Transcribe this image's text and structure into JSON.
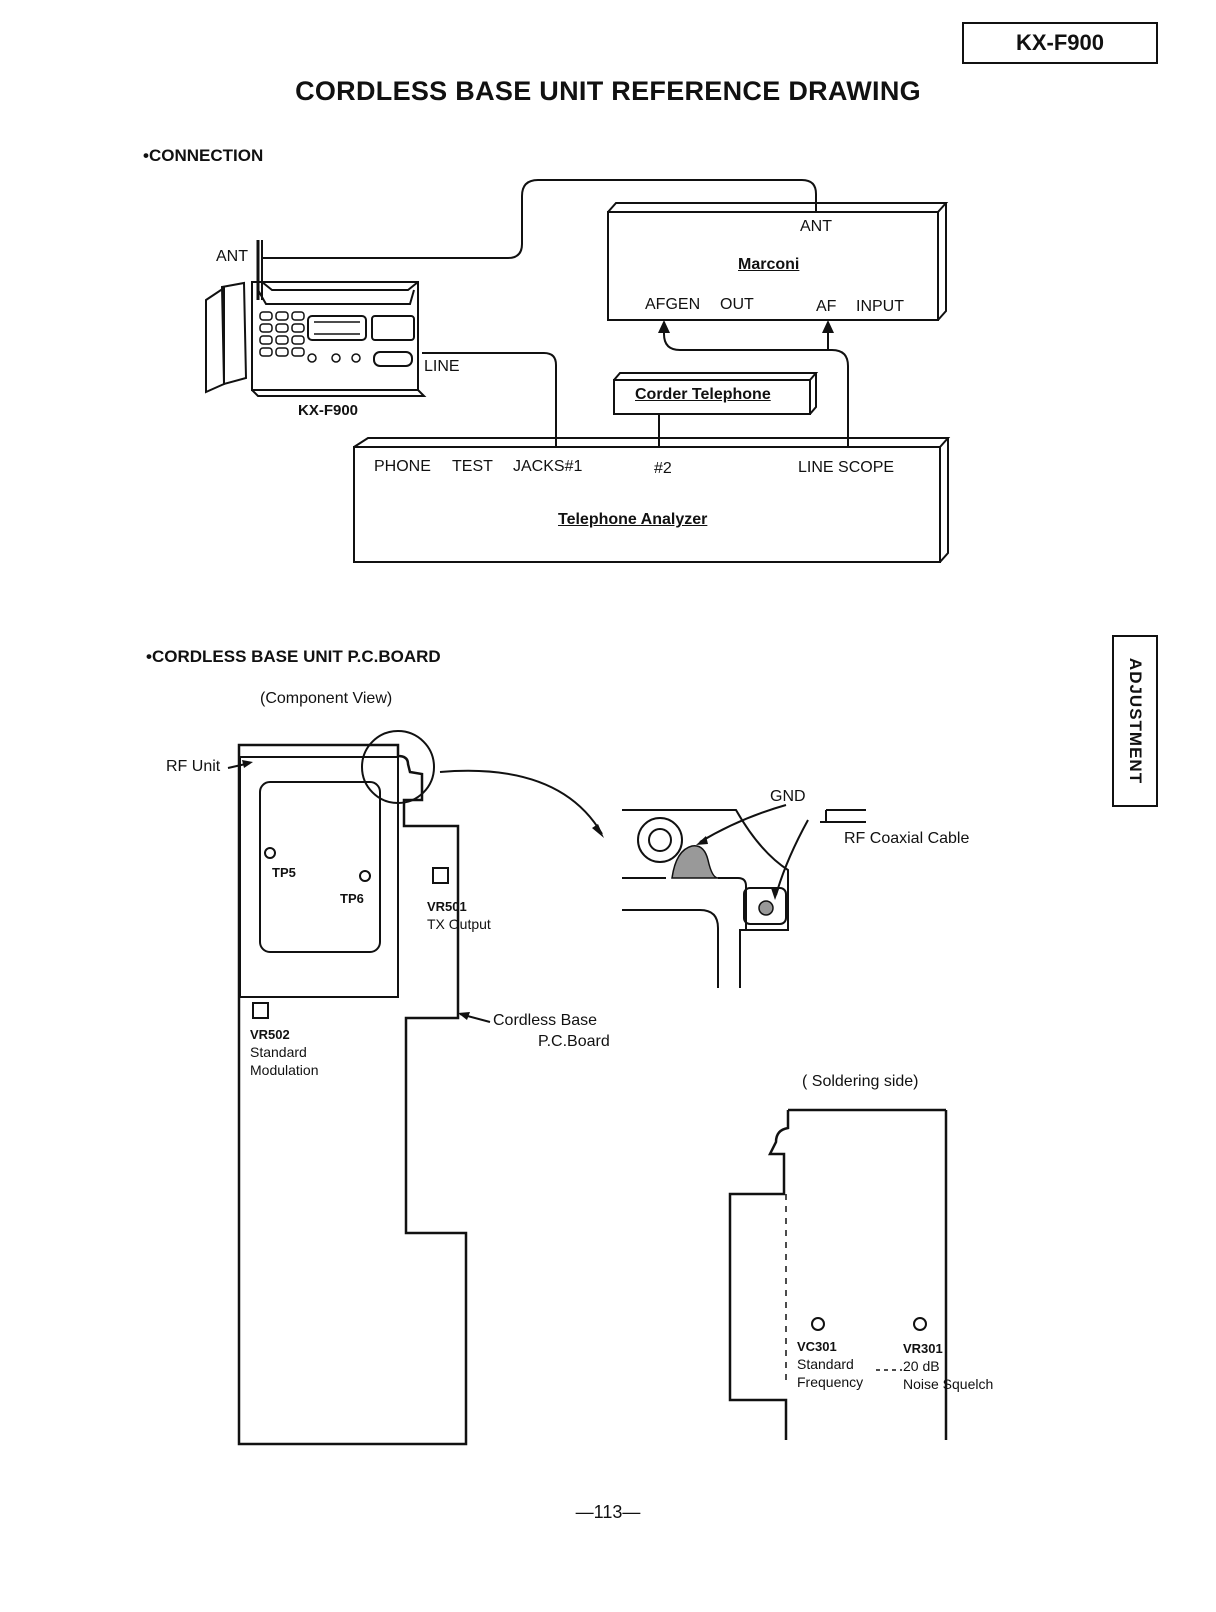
{
  "header": {
    "model": "KX-F900",
    "title": "CORDLESS BASE UNIT REFERENCE DRAWING",
    "side_tab": "ADJUSTMENT"
  },
  "connection": {
    "heading": "•CONNECTION",
    "ant": "ANT",
    "line": "LINE",
    "device": "KX-F900",
    "marconi": {
      "ant": "ANT",
      "name": "Marconi",
      "afgen": "AFGEN",
      "out": "OUT",
      "af": "AF",
      "input": "INPUT"
    },
    "corder": "Corder Telephone",
    "analyzer": {
      "phone": "PHONE",
      "test": "TEST",
      "jacks1": "JACKS#1",
      "jack2": "#2",
      "line_scope": "LINE SCOPE",
      "name": "Telephone Analyzer"
    }
  },
  "pcboard": {
    "heading": "•CORDLESS BASE UNIT P.C.BOARD",
    "component_view": "(Component View)",
    "rf_unit": "RF Unit",
    "tp5": "TP5",
    "tp6": "TP6",
    "vr501": "VR501",
    "vr501_desc": "TX Output",
    "vr502": "VR502",
    "vr502_desc1": "Standard",
    "vr502_desc2": "Modulation",
    "board_label1": "Cordless Base",
    "board_label2": "P.C.Board",
    "gnd": "GND",
    "rf_coax": "RF Coaxial Cable",
    "soldering_side": "( Soldering side)",
    "vc301": "VC301",
    "vc301_desc1": "Standard",
    "vc301_desc2": "Frequency",
    "vr301": "VR301",
    "vr301_desc1": "20 dB",
    "vr301_desc2": "Noise Squelch"
  },
  "footer": {
    "page": "—113—"
  }
}
